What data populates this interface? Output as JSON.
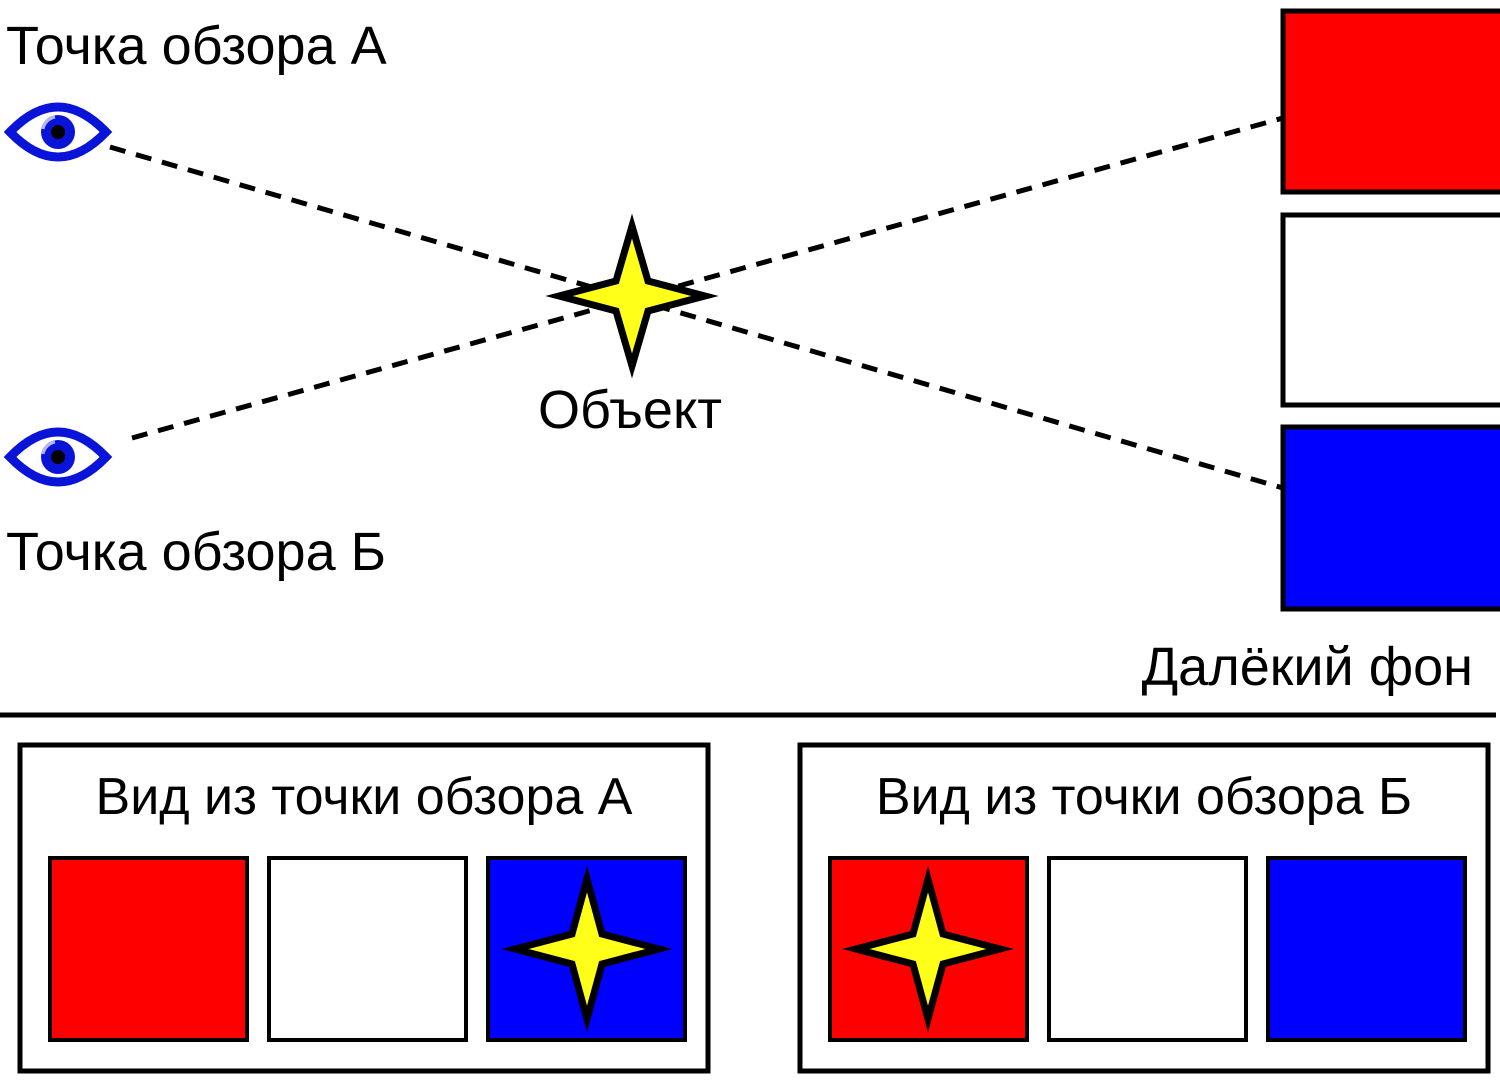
{
  "colors": {
    "red": "#ff0000",
    "white": "#ffffff",
    "blue": "#0000ff",
    "eye": "#0a14d8",
    "star": "#ffff1a"
  },
  "icons": {
    "eye": "eye-icon",
    "object": "four-point-star-icon"
  },
  "labels": {
    "viewpoint_a": "Точка обзора А",
    "viewpoint_b": "Точка обзора Б",
    "object": "Объект",
    "background": "Далёкий фон"
  },
  "background_stripes": [
    "red",
    "white",
    "blue"
  ],
  "views": [
    {
      "title": "Вид из точки обзора А",
      "tiles": [
        "red",
        "white",
        "blue"
      ],
      "star_on_tile": 3
    },
    {
      "title": "Вид из точки обзора Б",
      "tiles": [
        "red",
        "white",
        "blue"
      ],
      "star_on_tile": 1
    }
  ]
}
